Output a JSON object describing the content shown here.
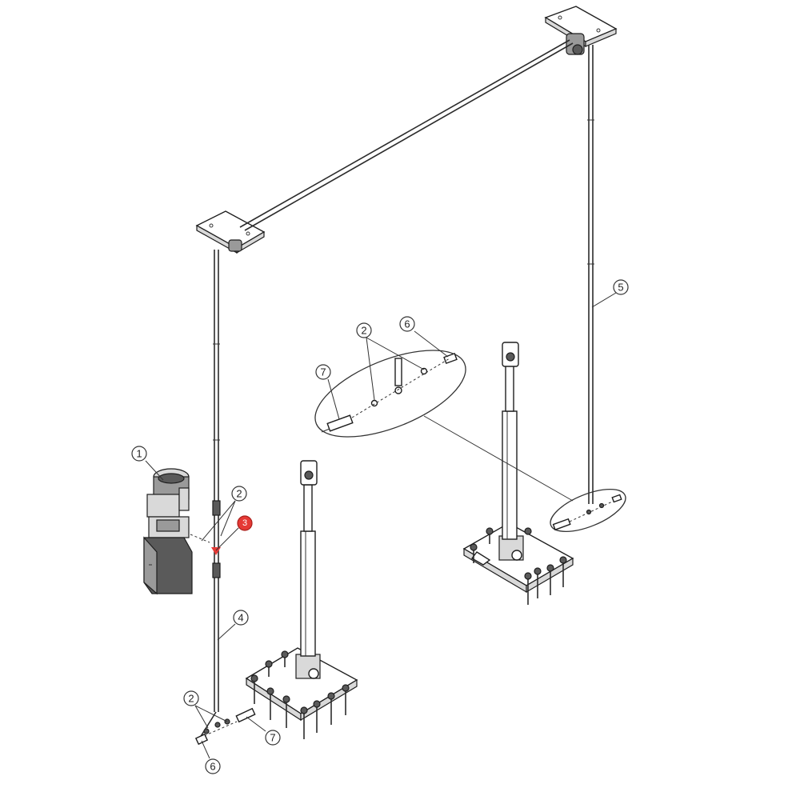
{
  "callouts": {
    "motor_unit": "1",
    "fitting_mid_left": "2",
    "fitting_bottom_left": "2",
    "fitting_detail": "2",
    "hose_left": "4",
    "hose_right": "5",
    "nut_bottom_left": "6",
    "nut_detail": "6",
    "adapter_bottom_left": "7",
    "adapter_detail": "7",
    "highlight_marker": "3"
  },
  "colors": {
    "line": "#2b2b2b",
    "highlight": "#e53935"
  }
}
